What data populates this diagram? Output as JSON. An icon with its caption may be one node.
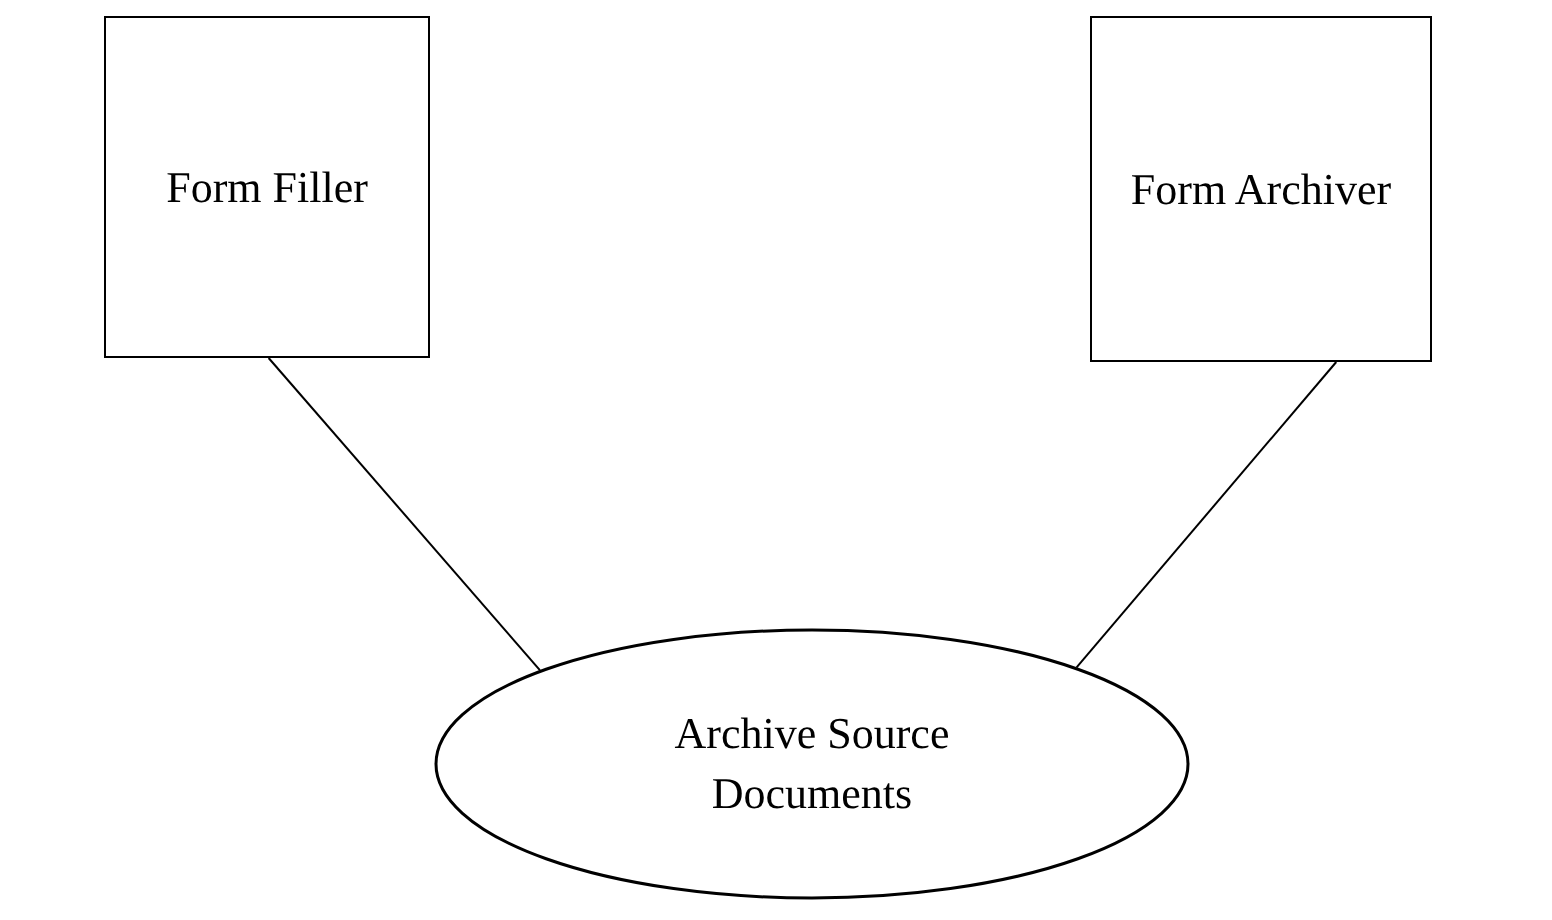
{
  "diagram": {
    "nodes": [
      {
        "text": [
          "Form Filler"
        ]
      },
      {
        "text": [
          "Form Archiver"
        ]
      },
      {
        "text": [
          "Archive Source Documents"
        ]
      }
    ],
    "edges": [
      {
        "from": 0,
        "to": 2,
        "arrow": "none"
      },
      {
        "from": 1,
        "to": 2,
        "arrow": "none"
      }
    ]
  }
}
